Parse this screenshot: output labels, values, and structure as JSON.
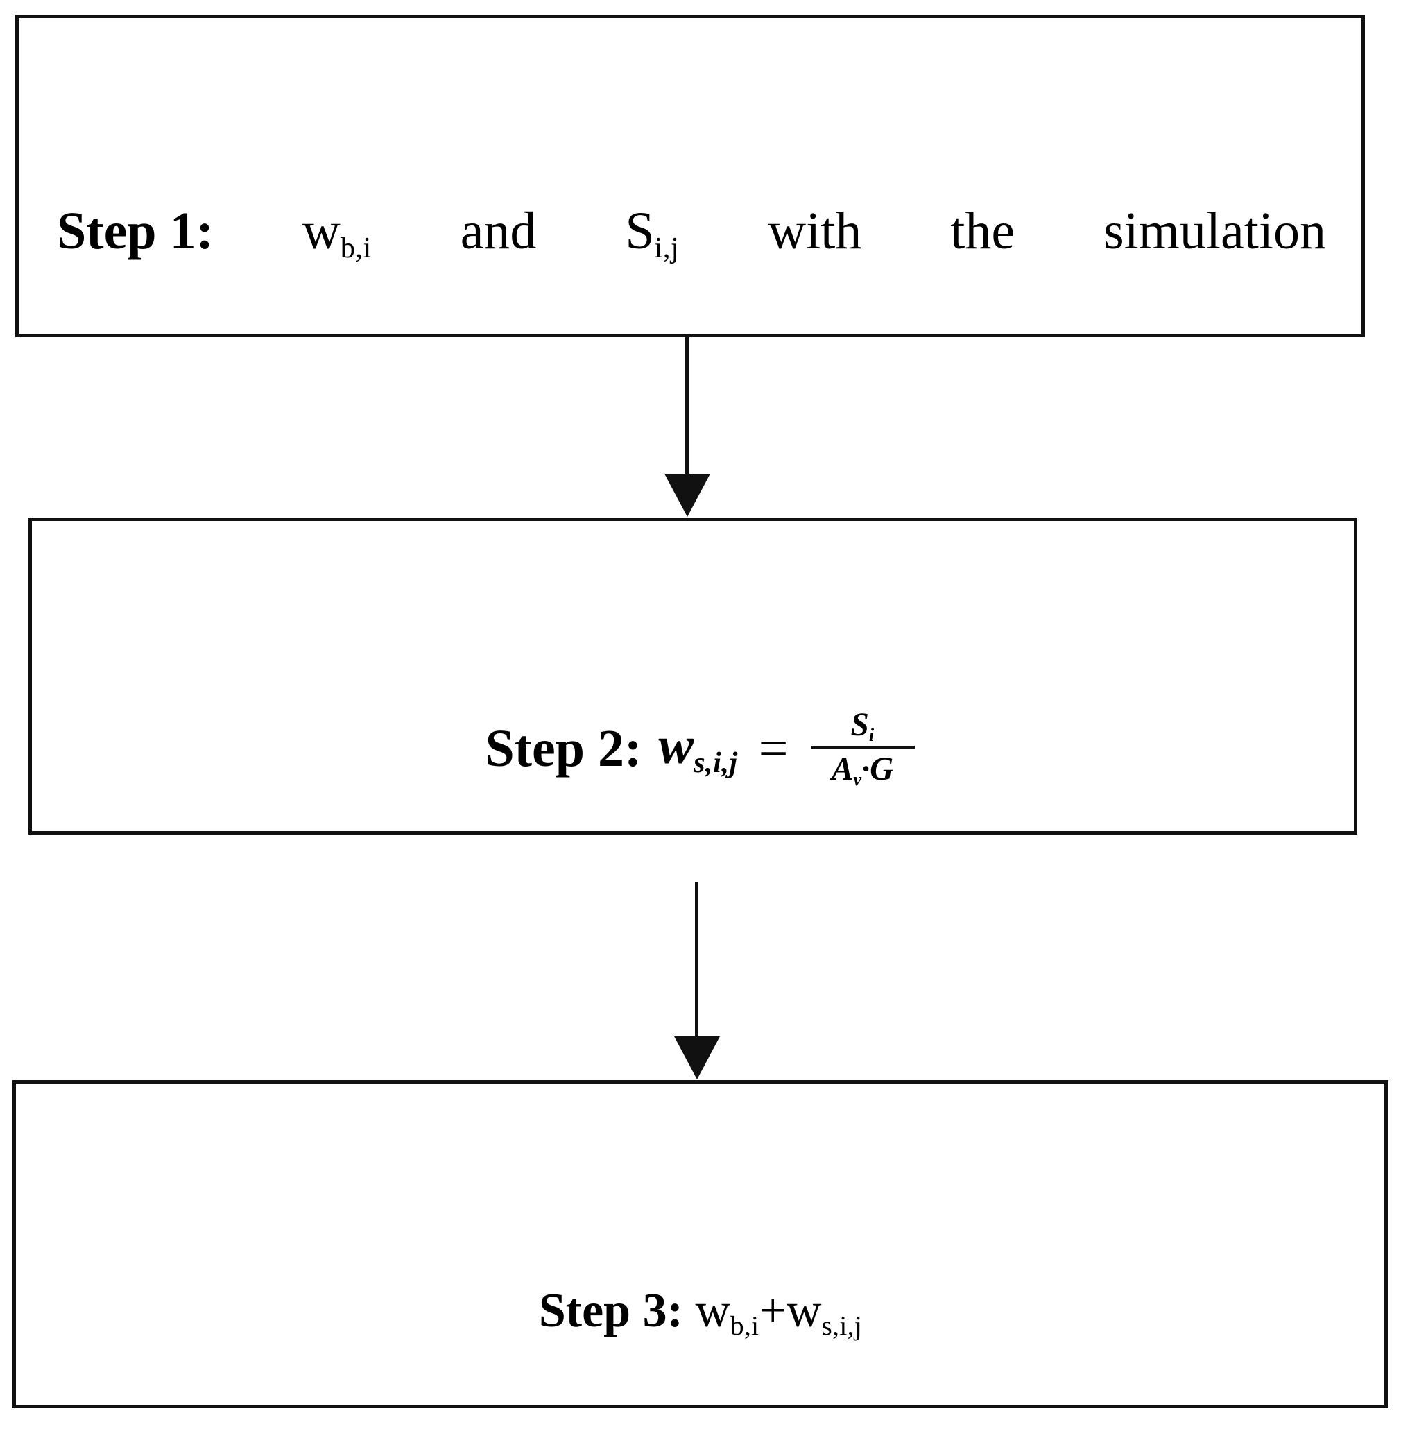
{
  "diagram": {
    "title": "Three-step weight calculation flowchart",
    "orientation": "vertical-top-to-bottom",
    "line_color": "#111111",
    "background_color": "#ffffff",
    "box_count": 3,
    "arrow_count": 2
  },
  "steps": [
    {
      "id": "step-1",
      "label": "Step 1:",
      "words": [
        "Step",
        "1:",
        "and",
        "with",
        "the",
        "simulation"
      ],
      "plain_text": "Step 1: wb,i and Si,j with the simulation",
      "var_w": {
        "base": "w",
        "subscript": "b,i"
      },
      "var_s": {
        "base": "S",
        "subscript": "i,j"
      },
      "word_and": "and",
      "word_with": "with",
      "word_the": "the",
      "word_simulation": "simulation"
    },
    {
      "id": "step-2",
      "label": "Step 2:",
      "plain_text": "Step 2: w_s,i,j = S_i / (A_v·G)",
      "lhs": {
        "base": "w",
        "subscript": "s,i,j"
      },
      "equals": "=",
      "fraction": {
        "numerator": {
          "base": "S",
          "subscript": "i"
        },
        "denominator": {
          "base": "A",
          "subscript": "v",
          "operator": "·",
          "factor": "G"
        }
      }
    },
    {
      "id": "step-3",
      "label": "Step 3:",
      "plain_text": "Step 3: wb,i+ws,i,j",
      "term_1": {
        "base": "w",
        "subscript": "b,i"
      },
      "plus": "+",
      "term_2": {
        "base": "w",
        "subscript": "s,i,j"
      }
    }
  ],
  "arrows": [
    {
      "id": "arrow-1",
      "from": "step-1",
      "to": "step-2",
      "direction": "down"
    },
    {
      "id": "arrow-2",
      "from": "step-2",
      "to": "step-3",
      "direction": "down"
    }
  ]
}
